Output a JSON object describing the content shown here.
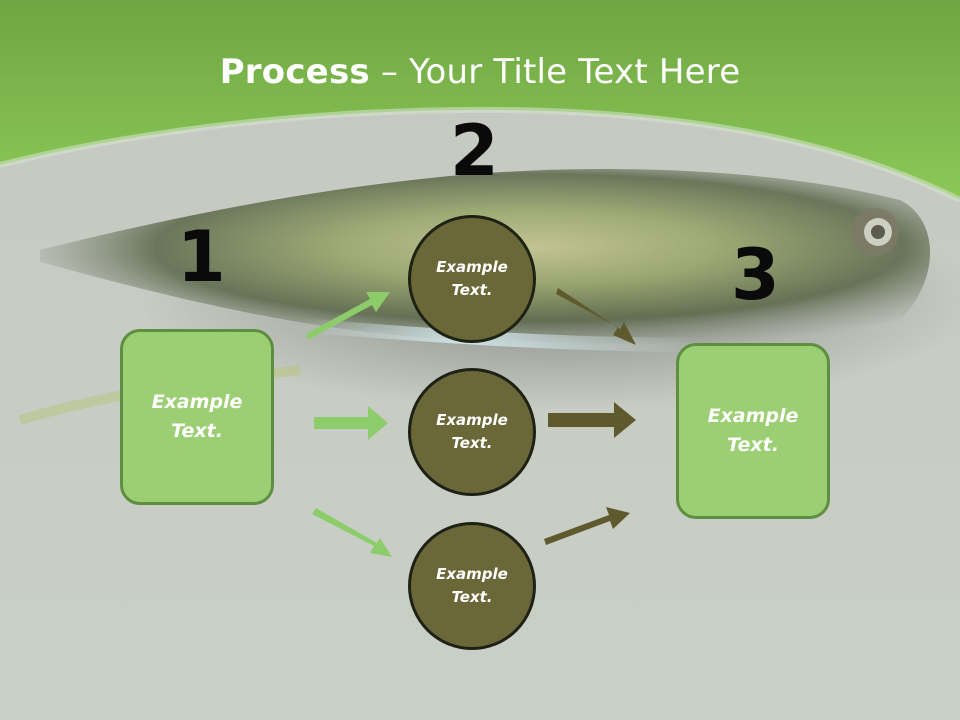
{
  "title": {
    "bold": "Process",
    "rest": " – Your Title Text Here"
  },
  "numbers": {
    "n1": "1",
    "n2": "2",
    "n3": "3"
  },
  "left_box": {
    "line1": "Example",
    "line2": "Text."
  },
  "right_box": {
    "line1": "Example",
    "line2": "Text."
  },
  "circles": [
    {
      "line1": "Example",
      "line2": "Text."
    },
    {
      "line1": "Example",
      "line2": "Text."
    },
    {
      "line1": "Example",
      "line2": "Text."
    }
  ],
  "colors": {
    "header_green": "#7dbf4e",
    "box_fill": "#9ccf73",
    "box_border": "#5e8f40",
    "circle_fill": "#6a6838",
    "arrow_light": "#8ccc6a",
    "arrow_dark": "#5f5a2e"
  }
}
